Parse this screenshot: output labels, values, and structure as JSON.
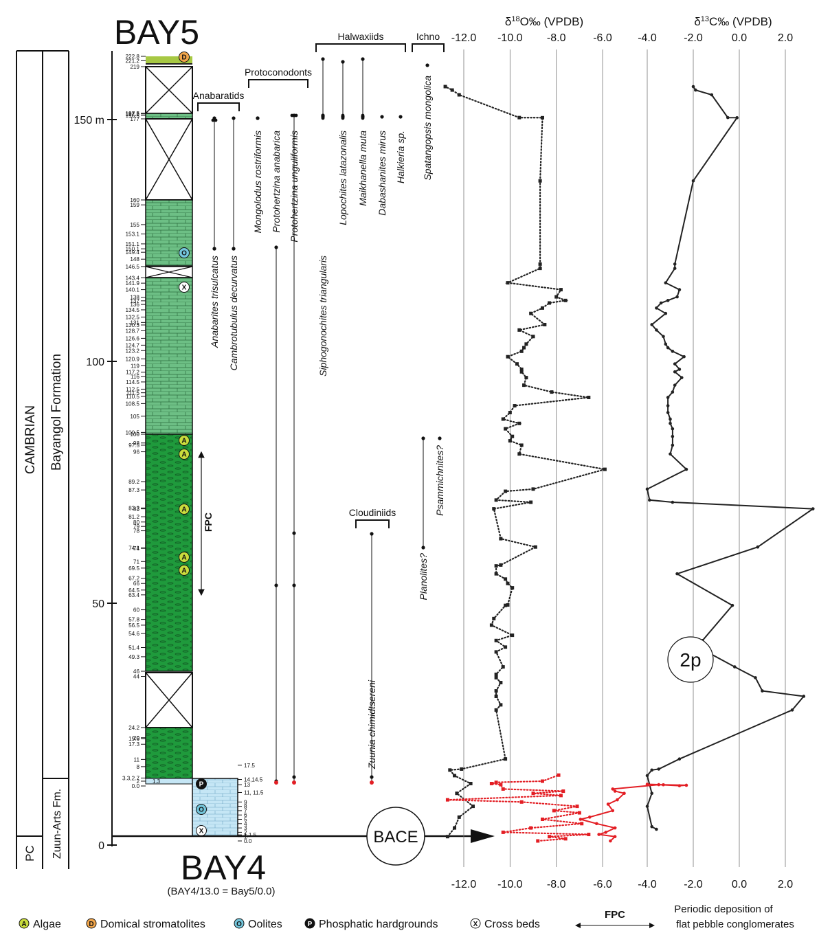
{
  "titles": {
    "bay5": "BAY5",
    "bay4": "BAY4",
    "bay4_note": "(BAY4/13.0 = Bay5/0.0)"
  },
  "columns": {
    "period_cambrian": "CAMBRIAN",
    "period_pc": "PC",
    "formation_bayangol": "Bayangol Formation",
    "formation_zuun": "Zuun-Arts Fm."
  },
  "depth_axis": {
    "labels": [
      "150 m",
      "100",
      "50",
      "0"
    ],
    "values": [
      150,
      100,
      50,
      0
    ]
  },
  "bay5_heights": [
    "222.8",
    "221.2",
    "219",
    "197.5",
    "197.2",
    "196.5",
    "177",
    "160",
    "159",
    "155",
    "153.1",
    "151.1",
    "150.1",
    "149.4",
    "148",
    "146.5",
    "143.4",
    "141.9",
    "140.1",
    "138",
    "137",
    "136",
    "134.5",
    "132.5",
    "131",
    "130.3",
    "128.7",
    "126.6",
    "124.7",
    "123.2",
    "120.9",
    "119",
    "117.2",
    "116",
    "114.5",
    "112.5",
    "111.5",
    "110.5",
    "108.5",
    "105",
    "100.5",
    "100",
    "98",
    "97.5",
    "96",
    "89.2",
    "87.3",
    "83.2",
    "83",
    "81.2",
    "80",
    "79",
    "78",
    "74.1",
    "74",
    "71",
    "69.5",
    "67.2",
    "66",
    "64.5",
    "63.4",
    "60",
    "57.8",
    "56.5",
    "54.6",
    "51.4",
    "49.3",
    "46",
    "44",
    "24.2",
    "20",
    "19.6",
    "17.3",
    "11",
    "8",
    "3.3,2.7",
    "2",
    "0.0"
  ],
  "bay4_heights": [
    "17.5",
    "14,14.5",
    "13",
    "11, 11.5",
    "9",
    "8",
    "7",
    "6",
    "5",
    "4",
    "3",
    "2",
    "1,1.5",
    "1",
    "0.0"
  ],
  "bay4_inner_label": "1.3",
  "symbols": {
    "algae": "A",
    "stromatolite": "D",
    "oolite": "O",
    "phosphatic": "P",
    "crossbed": "X"
  },
  "fpc_label": "FPC",
  "groups": {
    "anabaratids": "Anabaratids",
    "protoconodonts": "Protoconodonts",
    "halwaxiids": "Halwaxiids",
    "ichno": "Ichno",
    "cloudiniids": "Cloudiniids"
  },
  "taxa": [
    "Anabarites trisulcatus",
    "Cambrotubulus decurvatus",
    "Mongolodus rostriformis",
    "Protohertzina anabarica",
    "Protohertzina unguliformis",
    "Siphogonochites triangularis",
    "Lopochites latazonalis",
    "Maikhanella muta",
    "Dabashanites mirus",
    "Halkieria sp.",
    "Spatangopsis mongolica",
    "Planolites?",
    "Psammichnites?",
    "Zuunia chimidtsereni"
  ],
  "bace_label": "BACE",
  "zone_label": "2p",
  "colors": {
    "green_light": "#6dbf85",
    "green_dark": "#1f9a3c",
    "blue_light": "#c5e6f5",
    "stromatolite_top": "#a7c843",
    "red": "#e31e24",
    "black": "#222222"
  },
  "legend": {
    "algae": "Algae",
    "stromatolites": "Domical stromatolites",
    "oolites": "Oolites",
    "phosphatic": "Phosphatic hardgrounds",
    "crossbeds": "Cross beds",
    "fpc": "FPC",
    "fpc_desc_1": "Periodic deposition of",
    "fpc_desc_2": "flat pebble conglomerates"
  },
  "chart_data": [
    {
      "type": "line",
      "title": "δ18O‰ (VPDB)",
      "xlabel": "δ18O‰ (VPDB)",
      "x_ticks": [
        "-12.0",
        "-10.0",
        "-8.0",
        "-6.0"
      ],
      "xlim": [
        -13.5,
        -4.0
      ],
      "series": [
        {
          "color": "#222222",
          "style": "dotted",
          "points": [
            [
              -12.7,
              1.0
            ],
            [
              -12.4,
              3.0
            ],
            [
              -12.2,
              5.5
            ],
            [
              -11.6,
              8
            ],
            [
              -12.3,
              11
            ],
            [
              -11.7,
              14
            ],
            [
              -12.4,
              17.3
            ],
            [
              -12.6,
              19.6
            ],
            [
              -12.1,
              20
            ],
            [
              -10.2,
              24.2
            ],
            [
              -10.6,
              44
            ],
            [
              -10.4,
              46
            ],
            [
              -10.6,
              49.3
            ],
            [
              -10.6,
              51.4
            ],
            [
              -10.4,
              54.6
            ],
            [
              -10.6,
              56.5
            ],
            [
              -10.6,
              57.8
            ],
            [
              -10.3,
              60
            ],
            [
              -10.6,
              63.4
            ],
            [
              -10.2,
              64.5
            ],
            [
              -10.6,
              66
            ],
            [
              -9.9,
              67.2
            ],
            [
              -10.8,
              69.5
            ],
            [
              -10.7,
              71
            ],
            [
              -10.2,
              74
            ],
            [
              -10.1,
              74.1
            ],
            [
              -9.9,
              78
            ],
            [
              -10.1,
              79
            ],
            [
              -10.2,
              80
            ],
            [
              -10.6,
              81.2
            ],
            [
              -10.6,
              83
            ],
            [
              -10.4,
              83.2
            ],
            [
              -8.9,
              87.3
            ],
            [
              -10.4,
              89.2
            ],
            [
              -10.7,
              96
            ],
            [
              -9.1,
              97.5
            ],
            [
              -10.6,
              98
            ],
            [
              -10.2,
              100
            ],
            [
              -9.0,
              100.5
            ],
            [
              -5.9,
              105
            ],
            [
              -9.6,
              108.5
            ],
            [
              -9.5,
              110.5
            ],
            [
              -10.0,
              111.5
            ],
            [
              -9.9,
              112.5
            ],
            [
              -10.2,
              114.5
            ],
            [
              -9.6,
              116
            ],
            [
              -10.3,
              117.2
            ],
            [
              -10.0,
              119
            ],
            [
              -9.8,
              120.9
            ],
            [
              -6.6,
              123.2
            ],
            [
              -8.2,
              124.7
            ],
            [
              -9.4,
              126.6
            ],
            [
              -9.3,
              128.7
            ],
            [
              -9.5,
              130.3
            ],
            [
              -9.5,
              131
            ],
            [
              -9.7,
              132.5
            ],
            [
              -10.1,
              134.5
            ],
            [
              -9.5,
              136
            ],
            [
              -9.4,
              137
            ],
            [
              -9.3,
              138
            ],
            [
              -9.0,
              140.1
            ],
            [
              -9.6,
              141.9
            ],
            [
              -8.5,
              143.4
            ],
            [
              -9.1,
              146.5
            ],
            [
              -8.6,
              148
            ],
            [
              -8.3,
              149.4
            ],
            [
              -7.6,
              150.1
            ],
            [
              -8.0,
              151.1
            ],
            [
              -7.8,
              153.1
            ],
            [
              -10.1,
              155
            ],
            [
              -8.7,
              159
            ],
            [
              -8.7,
              160
            ],
            [
              -8.7,
              177
            ],
            [
              -8.6,
              196.5
            ],
            [
              -9.6,
              197.2
            ],
            [
              -12.2,
              219
            ],
            [
              -12.5,
              221.2
            ],
            [
              -12.8,
              222.8
            ]
          ]
        },
        {
          "color": "#e31e24",
          "style": "dotted",
          "points": [
            [
              -8.8,
              0.0
            ],
            [
              -7.6,
              0.5
            ],
            [
              -8.3,
              1.0
            ],
            [
              -6.6,
              1.5
            ],
            [
              -10.3,
              2.0
            ],
            [
              -9.1,
              3.0
            ],
            [
              -6.9,
              4.0
            ],
            [
              -8.6,
              5.0
            ],
            [
              -7.0,
              6.5
            ],
            [
              -8.1,
              7.0
            ],
            [
              -7.1,
              8.0
            ],
            [
              -9.5,
              9.0
            ],
            [
              -12.7,
              9.5
            ],
            [
              -7.8,
              10.5
            ],
            [
              -9.0,
              11.0
            ],
            [
              -7.7,
              11.5
            ],
            [
              -10.3,
              12.0
            ],
            [
              -10.4,
              13.0
            ],
            [
              -10.8,
              14.0
            ],
            [
              -10.6,
              14.5
            ],
            [
              -8.6,
              15.0
            ],
            [
              -7.9,
              17.5
            ]
          ]
        }
      ]
    },
    {
      "type": "line",
      "title": "δ13C‰ (VPDB)",
      "xlabel": "δ13C‰ (VPDB)",
      "x_ticks": [
        "-4.0",
        "-2.0",
        "0.0",
        "2.0"
      ],
      "xlim": [
        -5.0,
        3.3
      ],
      "series": [
        {
          "color": "#222222",
          "style": "solid",
          "points": [
            [
              -3.6,
              2.7
            ],
            [
              -3.8,
              3.3
            ],
            [
              -4.0,
              8
            ],
            [
              -3.8,
              11
            ],
            [
              -4.0,
              17.3
            ],
            [
              -3.8,
              19.6
            ],
            [
              -3.5,
              20
            ],
            [
              -2.6,
              24.2
            ],
            [
              2.3,
              44
            ],
            [
              2.8,
              49.3
            ],
            [
              1.0,
              51.4
            ],
            [
              0.7,
              56.5
            ],
            [
              -0.2,
              60
            ],
            [
              -1.4,
              63.4
            ],
            [
              -1.6,
              66
            ],
            [
              -0.3,
              74
            ],
            [
              -2.7,
              81.2
            ],
            [
              0.8,
              87.3
            ],
            [
              3.2,
              96
            ],
            [
              -2.9,
              97.5
            ],
            [
              -3.9,
              98
            ],
            [
              -4.0,
              100.5
            ],
            [
              -2.3,
              105
            ],
            [
              -3.0,
              108.5
            ],
            [
              -2.9,
              110.5
            ],
            [
              -2.9,
              112.5
            ],
            [
              -2.9,
              114.5
            ],
            [
              -3.0,
              116
            ],
            [
              -3.0,
              117.2
            ],
            [
              -3.1,
              119
            ],
            [
              -3.1,
              120.9
            ],
            [
              -3.1,
              123.2
            ],
            [
              -2.9,
              124.7
            ],
            [
              -2.8,
              126.6
            ],
            [
              -2.5,
              128.7
            ],
            [
              -2.8,
              130.3
            ],
            [
              -2.6,
              131
            ],
            [
              -2.8,
              132.5
            ],
            [
              -2.4,
              134.5
            ],
            [
              -2.9,
              136
            ],
            [
              -3.1,
              137
            ],
            [
              -3.2,
              138
            ],
            [
              -3.3,
              140.1
            ],
            [
              -3.6,
              141.9
            ],
            [
              -3.8,
              143.4
            ],
            [
              -3.2,
              146.5
            ],
            [
              -3.6,
              148
            ],
            [
              -3.4,
              149.4
            ],
            [
              -3.1,
              150.1
            ],
            [
              -2.7,
              151.1
            ],
            [
              -2.6,
              153.1
            ],
            [
              -3.2,
              155
            ],
            [
              -2.8,
              159
            ],
            [
              -2.8,
              160
            ],
            [
              -2.0,
              177
            ],
            [
              -0.1,
              196.5
            ],
            [
              -0.5,
              197.2
            ],
            [
              -1.2,
              219
            ],
            [
              -1.9,
              221.2
            ],
            [
              -2.0,
              222.8
            ]
          ]
        },
        {
          "color": "#e31e24",
          "style": "solid",
          "points": [
            [
              -5.6,
              0.0
            ],
            [
              -5.4,
              1.0
            ],
            [
              -6.1,
              1.5
            ],
            [
              -5.8,
              2.0
            ],
            [
              -5.4,
              3.0
            ],
            [
              -6.2,
              4.0
            ],
            [
              -6.9,
              5.0
            ],
            [
              -6.5,
              5.5
            ],
            [
              -5.5,
              7.0
            ],
            [
              -5.7,
              8.5
            ],
            [
              -5.3,
              9.5
            ],
            [
              -5.0,
              11.0
            ],
            [
              -5.4,
              11.5
            ],
            [
              -5.5,
              12.0
            ],
            [
              -3.5,
              13.0
            ],
            [
              -2.6,
              13.1
            ],
            [
              -2.3,
              13.3
            ],
            [
              -3.3,
              13.5
            ],
            [
              -4.0,
              13.7
            ]
          ]
        }
      ]
    }
  ]
}
